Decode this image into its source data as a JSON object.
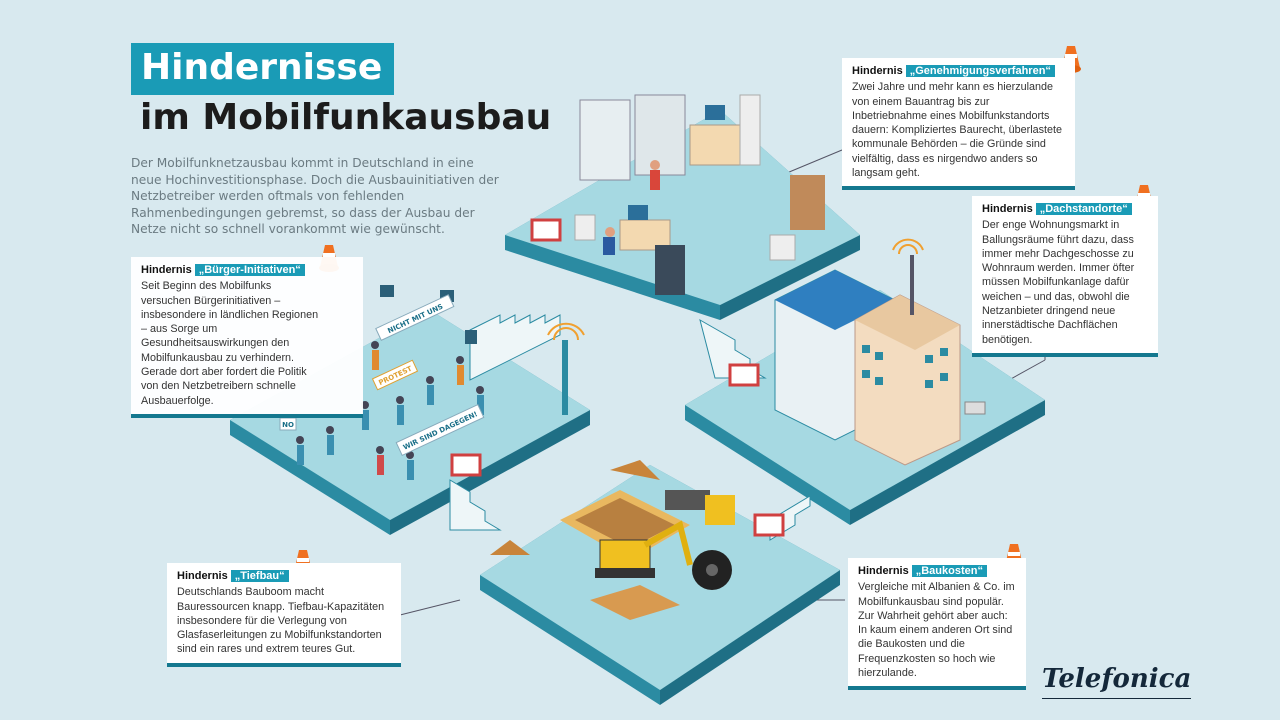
{
  "title": {
    "line1": "Hindernisse",
    "line2": "im Mobilfunkausbau"
  },
  "intro": "Der Mobilfunknetzausbau kommt in Deutschland in eine neue Hochinvestitionsphase. Doch die Ausbauinitiativen der Netzbetreiber werden oftmals von fehlenden Rahmenbedingungen gebremst, so dass der Ausbau der Netze nicht so schnell vorankommt wie gewünscht.",
  "boxes": {
    "genehmigung": {
      "prefix": "Hindernis",
      "tag": "„Genehmigungsverfahren“",
      "text": "Zwei Jahre und mehr kann es hierzulande von einem Bauantrag bis zur Inbetriebnahme eines Mobilfunkstandorts dauern: Kompliziertes Baurecht, überlastete kommunale Behörden – die Gründe sind vielfältig, dass es nirgendwo anders so langsam geht."
    },
    "dach": {
      "prefix": "Hindernis",
      "tag": "„Dachstandorte“",
      "text": "Der enge Wohnungsmarkt in Ballungsräume führt dazu, dass immer mehr Dachgeschosse zu Wohnraum werden. Immer öfter müssen Mobilfunkanlage dafür weichen – und das, obwohl die Netzanbieter dringend neue innerstädtische Dachflächen benötigen."
    },
    "buerger": {
      "prefix": "Hindernis",
      "tag": "„Bürger-Initiativen“",
      "text": "Seit Beginn des Mobilfunks versuchen Bürgerinitiativen – insbesondere in ländlichen Regionen – aus Sorge um Gesundheitsauswirkungen den Mobilfunkausbau zu verhindern. Gerade dort aber fordert die Politik von den Netzbetreibern schnelle Ausbauerfolge."
    },
    "tiefbau": {
      "prefix": "Hindernis",
      "tag": "„Tiefbau“",
      "text": "Deutschlands Bauboom macht Bauressourcen knapp. Tiefbau-Kapazitäten insbesondere für die Verlegung von Glasfaserleitungen zu Mobilfunkstandorten sind ein rares und extrem teures Gut."
    },
    "kosten": {
      "prefix": "Hindernis",
      "tag": "„Baukosten“",
      "text": "Vergleiche mit Albanien & Co. im Mobilfunkausbau sind populär. Zur Wahrheit gehört aber auch: In kaum einem anderen Ort sind die Baukosten und die Frequenzkosten so hoch wie hierzulande."
    }
  },
  "signs": {
    "s1": "NICHT MIT UNS",
    "s2": "PROTEST",
    "s3": "WIR SIND DAGEGEN!",
    "s4": "NO"
  },
  "logo": "Telefonica",
  "colors": {
    "accent": "#1a9bb6",
    "platform": "#9fd5df",
    "side": "#2b8ba2",
    "bg": "#d8e9ef"
  }
}
